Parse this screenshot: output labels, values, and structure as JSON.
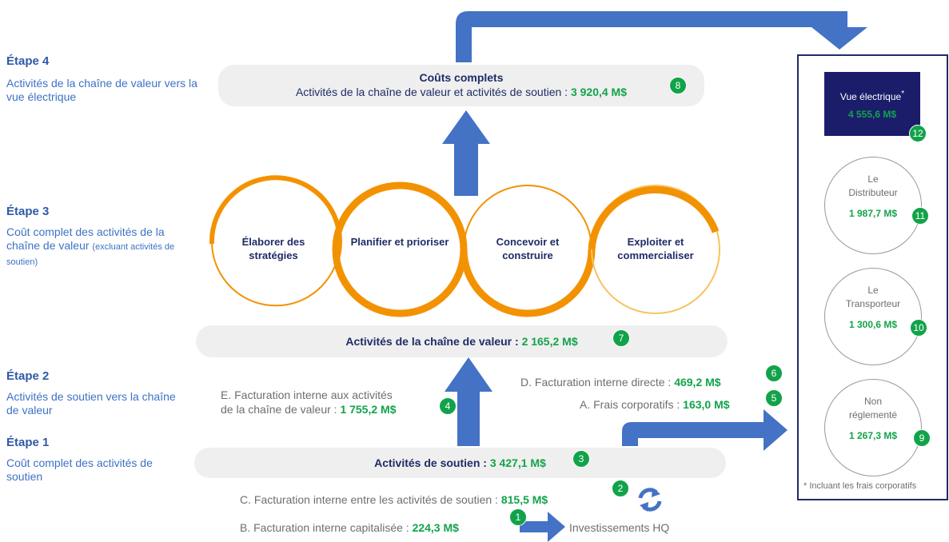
{
  "steps": [
    {
      "title": "Étape 4",
      "desc": "Activités de la chaîne de valeur vers la vue électrique"
    },
    {
      "title": "Étape 3",
      "desc_main": "Coût complet des activités de la chaîne de valeur",
      "desc_small": "(excluant activités de soutien)"
    },
    {
      "title": "Étape 2",
      "desc": "Activités de soutien vers la chaîne de valeur"
    },
    {
      "title": "Étape 1",
      "desc": "Coût complet des activités de soutien"
    }
  ],
  "full_costs": {
    "title": "Coûts complets",
    "label": "Activités de la chaîne de valeur et activités de soutien :",
    "value": "3 920,4 M$",
    "badge": "8"
  },
  "value_chain_loops": [
    "Élaborer des stratégies",
    "Planifier et prioriser",
    "Concevoir et construire",
    "Exploiter et commercialiser"
  ],
  "value_chain_total": {
    "label": "Activités de la chaîne de valeur :",
    "value": "2 165,2 M$",
    "badge": "7"
  },
  "billing_E": {
    "label_line1": "E. Facturation interne aux activités",
    "label_line2": "de la chaîne de valeur :",
    "value": "1 755,2 M$",
    "badge": "4"
  },
  "billing_D": {
    "label": "D. Facturation interne directe :",
    "value": "469,2 M$",
    "badge": "6"
  },
  "corporate_A": {
    "label": "A. Frais corporatifs :",
    "value": "163,0 M$",
    "badge": "5"
  },
  "support": {
    "label": "Activités de soutien :",
    "value": "3 427,1 M$",
    "badge": "3"
  },
  "billing_C": {
    "label": "C. Facturation interne entre les activités de soutien :",
    "value": "815,5 M$",
    "badge": "2"
  },
  "billing_B": {
    "label": "B. Facturation interne capitalisée :",
    "value": "224,3 M$",
    "badge": "1"
  },
  "investments": "Investissements HQ",
  "electric_view": {
    "label": "Vue électrique",
    "asterisk": "*",
    "value": "4 555,6 M$",
    "badge": "12"
  },
  "distributor": {
    "line1": "Le",
    "line2": "Distributeur",
    "value": "1 987,7 M$",
    "badge": "11"
  },
  "transporter": {
    "line1": "Le",
    "line2": "Transporteur",
    "value": "1 300,6 M$",
    "badge": "10"
  },
  "non_regulated": {
    "line1": "Non",
    "line2": "réglementé",
    "value": "1 267,3 M$",
    "badge": "9"
  },
  "footnote": "* Incluant les frais corporatifs",
  "colors": {
    "navy": "#1F2C66",
    "green": "#12A34A",
    "blue_arrow": "#4472C4",
    "orange": "#F39200",
    "orange_light": "#F7C35E",
    "step_blue": "#3D72C4"
  }
}
